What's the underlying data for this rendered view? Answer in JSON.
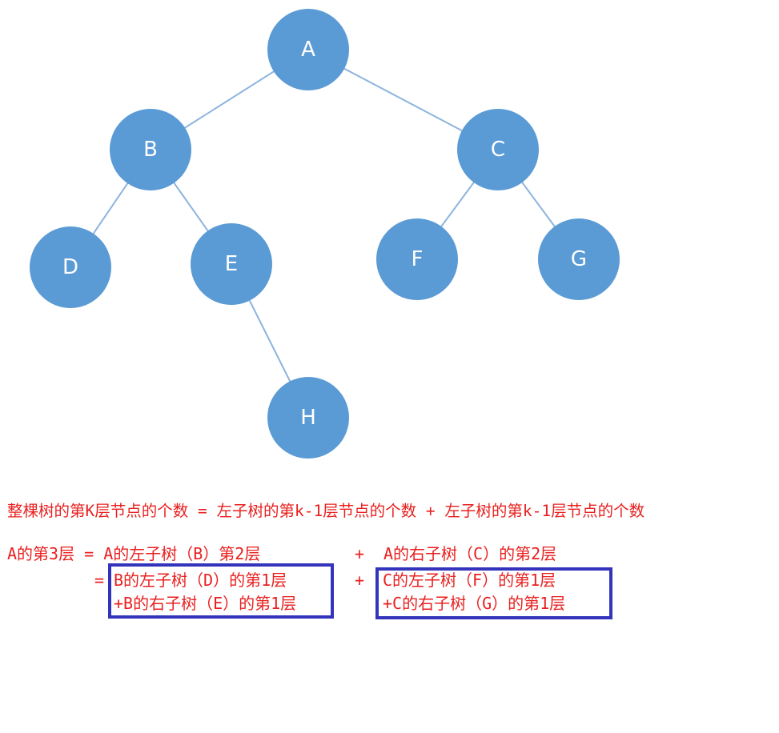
{
  "tree": {
    "node_labels": {
      "A": "A",
      "B": "B",
      "C": "C",
      "D": "D",
      "E": "E",
      "F": "F",
      "G": "G",
      "H": "H"
    },
    "edges": [
      [
        "A",
        "B"
      ],
      [
        "A",
        "C"
      ],
      [
        "B",
        "D"
      ],
      [
        "B",
        "E"
      ],
      [
        "C",
        "F"
      ],
      [
        "C",
        "G"
      ],
      [
        "E",
        "H"
      ]
    ],
    "node_color": "#5b9bd5",
    "edge_color": "#8db4dd"
  },
  "formula": {
    "main": "整棵树的第K层节点的个数 = 左子树的第k-1层节点的个数 + 左子树的第k-1层节点的个数",
    "line1_left": "A的第3层 = A的左子树（B）第2层",
    "line1_plus": "+",
    "line1_right": "A的右子树（C）的第2层",
    "line2_eq": "=",
    "line2_left": "B的左子树（D）的第1层",
    "line2_plus": "+",
    "line2_right": "C的左子树（F）的第1层",
    "line3_left": "+B的右子树（E）的第1层",
    "line3_right": "+C的右子树（G）的第1层",
    "text_color": "#e8201f",
    "box_color": "#3333bb"
  }
}
